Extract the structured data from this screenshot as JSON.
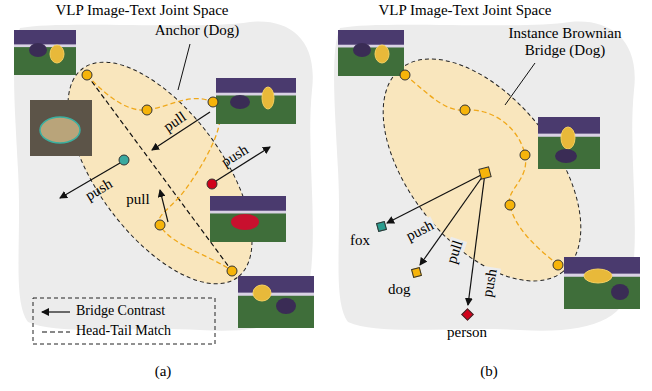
{
  "diagram": {
    "nodes": [
      {
        "text": [
          "fox"
        ]
      },
      {
        "text": [
          "dog"
        ]
      },
      {
        "text": [
          "person"
        ]
      }
    ],
    "labels": [
      "VLP Image-Text Joint Space",
      "Anchor (Dog)",
      "pull",
      "push",
      "push",
      "pull",
      "VLP Image-Text Joint Space",
      "Instance Brownian Bridge (Dog)",
      "push",
      "pull",
      "push",
      "(a)",
      "(b)"
    ],
    "legend": [
      {
        "text": "Bridge Contrast"
      },
      {
        "text": "Head-Tail Match"
      }
    ]
  }
}
